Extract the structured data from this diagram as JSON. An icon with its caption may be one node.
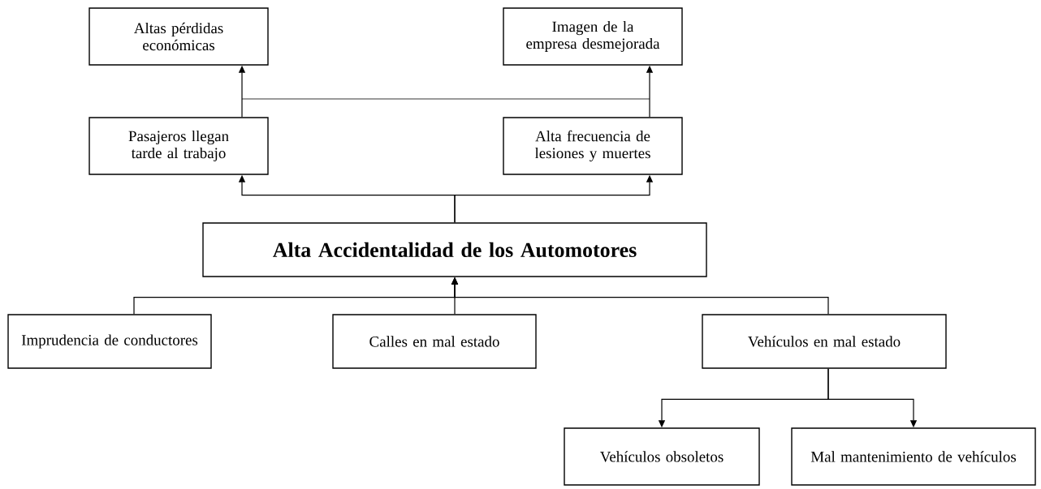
{
  "diagram": {
    "nodes": [
      {
        "text": [
          "Altas pérdidas económicas"
        ]
      },
      {
        "text": [
          "Imagen de la empresa desmejorada"
        ]
      },
      {
        "text": [
          "Pasajeros llegan tarde al trabajo"
        ]
      },
      {
        "text": [
          "Alta frecuencia de lesiones y muertes"
        ]
      },
      {
        "text": [
          "Alta Accidentalidad de los Automotores"
        ]
      },
      {
        "text": [
          "Imprudencia de conductores"
        ]
      },
      {
        "text": [
          "Calles en mal estado"
        ]
      },
      {
        "text": [
          "Vehículos en mal estado"
        ]
      },
      {
        "text": [
          "Vehículos obsoletos"
        ]
      },
      {
        "text": [
          "Mal mantenimiento de vehículos"
        ]
      }
    ],
    "edges": [
      {
        "from": 2,
        "to": 0,
        "arrow": "to"
      },
      {
        "from": 3,
        "to": 1,
        "arrow": "to"
      },
      {
        "from": 4,
        "to": 2,
        "arrow": "to"
      },
      {
        "from": 4,
        "to": 3,
        "arrow": "to"
      },
      {
        "from": 5,
        "to": 4,
        "arrow": "to"
      },
      {
        "from": 6,
        "to": 4,
        "arrow": "to"
      },
      {
        "from": 7,
        "to": 4,
        "arrow": "to"
      },
      {
        "from": 7,
        "to": 8,
        "arrow": "to"
      },
      {
        "from": 7,
        "to": 9,
        "arrow": "to"
      }
    ]
  }
}
